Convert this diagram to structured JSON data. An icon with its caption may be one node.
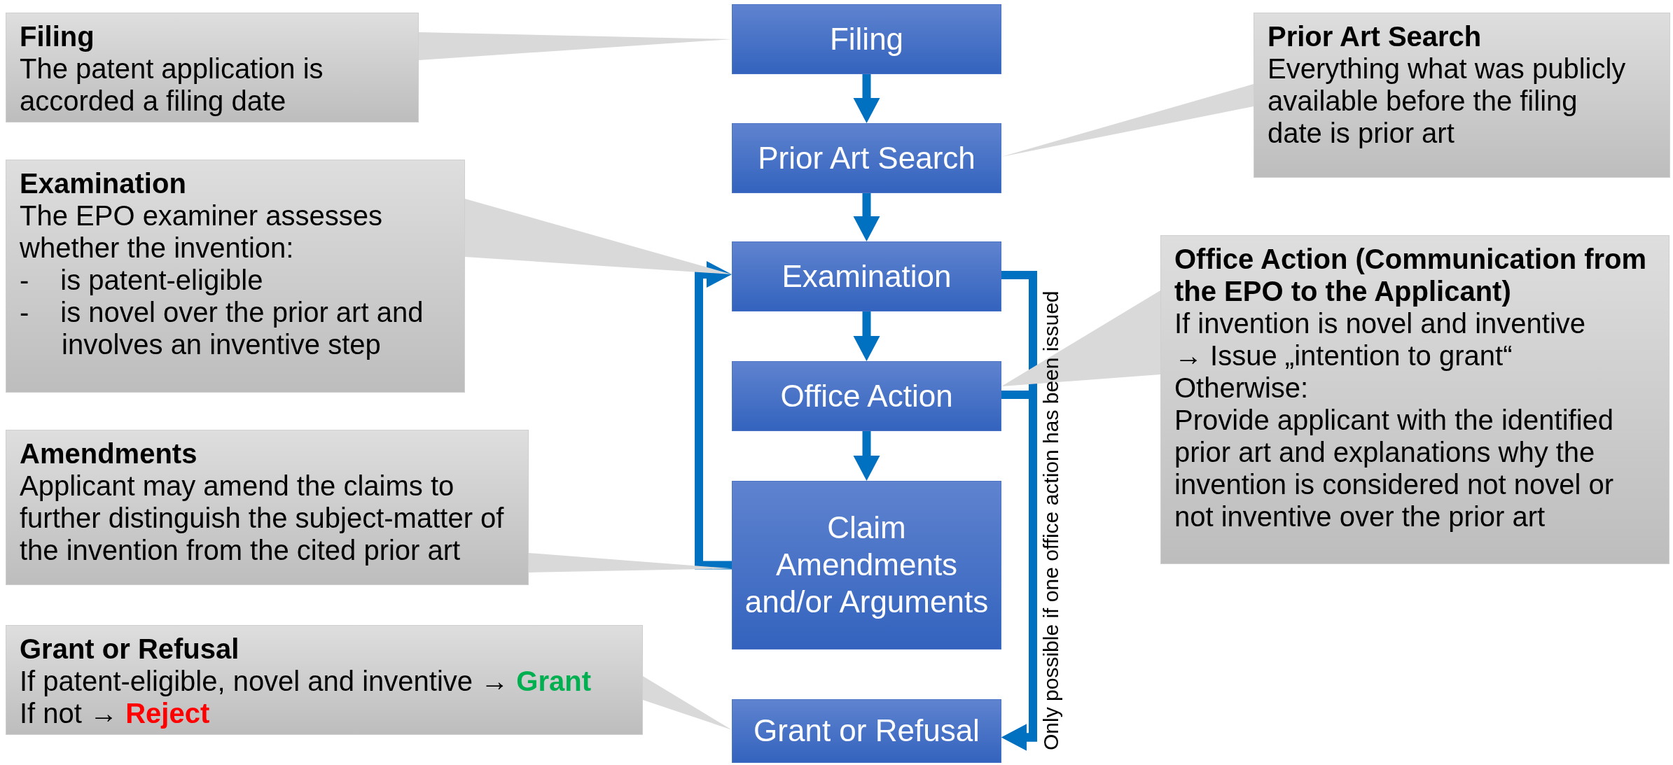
{
  "diagram": {
    "nodes": [
      {
        "text": [
          "Filing",
          "The patent application is accorded a filing date"
        ]
      },
      {
        "text": [
          "Filing"
        ]
      },
      {
        "text": [
          "Prior Art Search"
        ]
      },
      {
        "text": [
          "Prior Art Search",
          "Everything what was publicly available before the filing date is prior art"
        ]
      },
      {
        "text": [
          "Examination",
          "The EPO examiner assesses whether the invention:",
          "- is patent-eligible",
          "- is novel over the prior art and involves an inventive step"
        ]
      },
      {
        "text": [
          "Examination"
        ]
      },
      {
        "text": [
          "Office Action"
        ]
      },
      {
        "text": [
          "Office Action (Communication from the EPO to the Applicant)",
          "If invention is novel and inventive",
          "→ Issue „intention to grant“",
          "Otherwise:",
          "Provide applicant with the identified prior art and explanations why the invention is considered not novel or not inventive over the prior art"
        ]
      },
      {
        "text": [
          "Amendments",
          "Applicant may amend the claims to further distinguish the subject-matter of the invention from the cited prior art"
        ]
      },
      {
        "text": [
          "Claim Amendments and/or Arguments"
        ]
      },
      {
        "text": [
          "Grant or Refusal",
          "If patent-eligible, novel and inventive → **Grant**",
          "If not → **Reject**"
        ]
      },
      {
        "text": [
          "Grant or Refusal"
        ]
      }
    ],
    "edges": [
      {
        "from": 1,
        "to": 2,
        "arrow": "to"
      },
      {
        "from": 2,
        "to": 5,
        "arrow": "to"
      },
      {
        "from": 5,
        "to": 6,
        "arrow": "to"
      },
      {
        "from": 6,
        "to": 9,
        "arrow": "to"
      },
      {
        "from": 9,
        "to": 5,
        "arrow": "to"
      },
      {
        "from": 5,
        "to": 11,
        "arrow": "to"
      },
      {
        "from": 6,
        "to": 11,
        "arrow": "to"
      },
      {
        "from": 0,
        "to": 1,
        "arrow": "to",
        "color": "#d9d9d9"
      },
      {
        "from": 3,
        "to": 2,
        "arrow": "to",
        "color": "#d9d9d9"
      },
      {
        "from": 4,
        "to": 5,
        "arrow": "to",
        "color": "#d9d9d9"
      },
      {
        "from": 7,
        "to": 6,
        "arrow": "to",
        "color": "#d9d9d9"
      },
      {
        "from": 8,
        "to": 9,
        "arrow": "to",
        "color": "#d9d9d9"
      },
      {
        "from": 10,
        "to": 11,
        "arrow": "to",
        "color": "#d9d9d9"
      }
    ],
    "labels": [
      "Only possible if one office action has been issued"
    ]
  }
}
